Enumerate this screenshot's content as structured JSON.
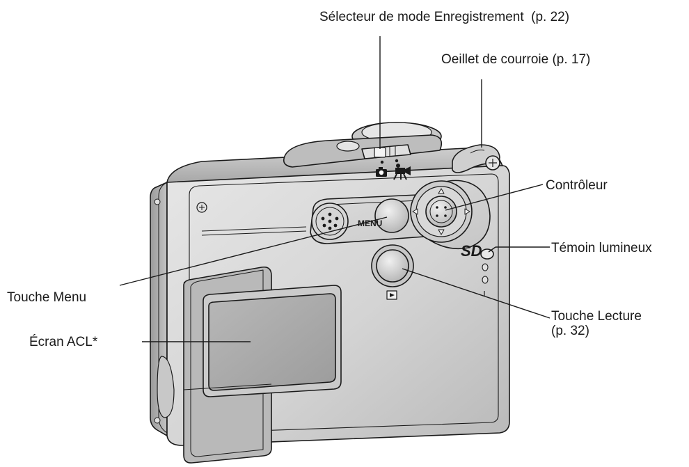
{
  "callouts": {
    "record_mode_selector": "Sélecteur de mode Enregistrement  (p. 22)",
    "strap_eyelet": "Oeillet de courroie (p. 17)",
    "controller": "Contrôleur",
    "indicator_lamp": "Témoin lumineux",
    "menu_button": "Touche Menu",
    "playback_button_line1": "Touche Lecture",
    "playback_button_line2": "(p. 32)",
    "lcd_monitor": "Écran ACL*"
  },
  "camera_markings": {
    "menu": "MENU",
    "sd_logo": "SD"
  },
  "icons": {
    "mode_photo": "camera-icon",
    "mode_movie": "movie-camera-icon",
    "playback": "playback-icon",
    "speaker": "speaker-grille-icon"
  },
  "colors": {
    "body_light": "#dcdcdc",
    "body_mid": "#bdbdbd",
    "body_dark": "#8a8a8a",
    "lcd_screen": "#a9a9a9",
    "outline": "#1a1a1a"
  }
}
